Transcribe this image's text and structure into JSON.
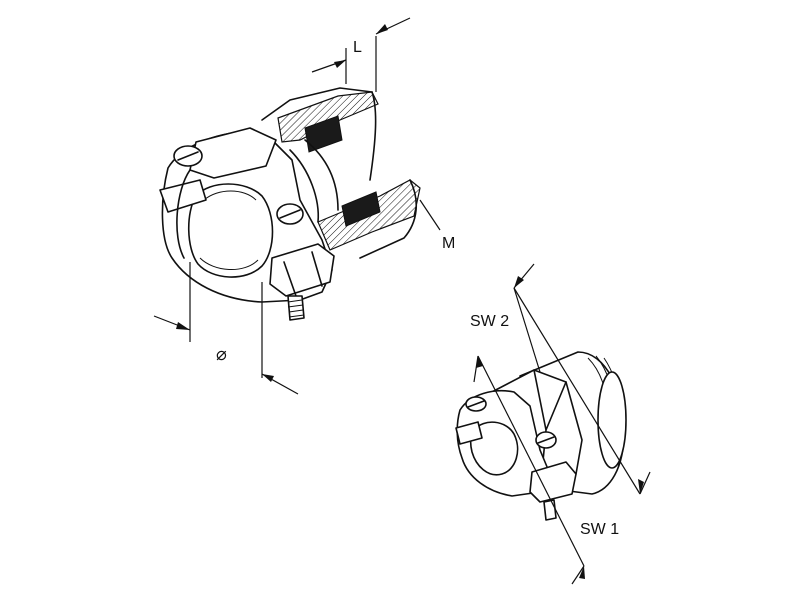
{
  "labels": {
    "length": "L",
    "thread": "M",
    "diameter": "⌀",
    "wrench_size_2": "SW 2",
    "wrench_size_1": "SW 1"
  }
}
